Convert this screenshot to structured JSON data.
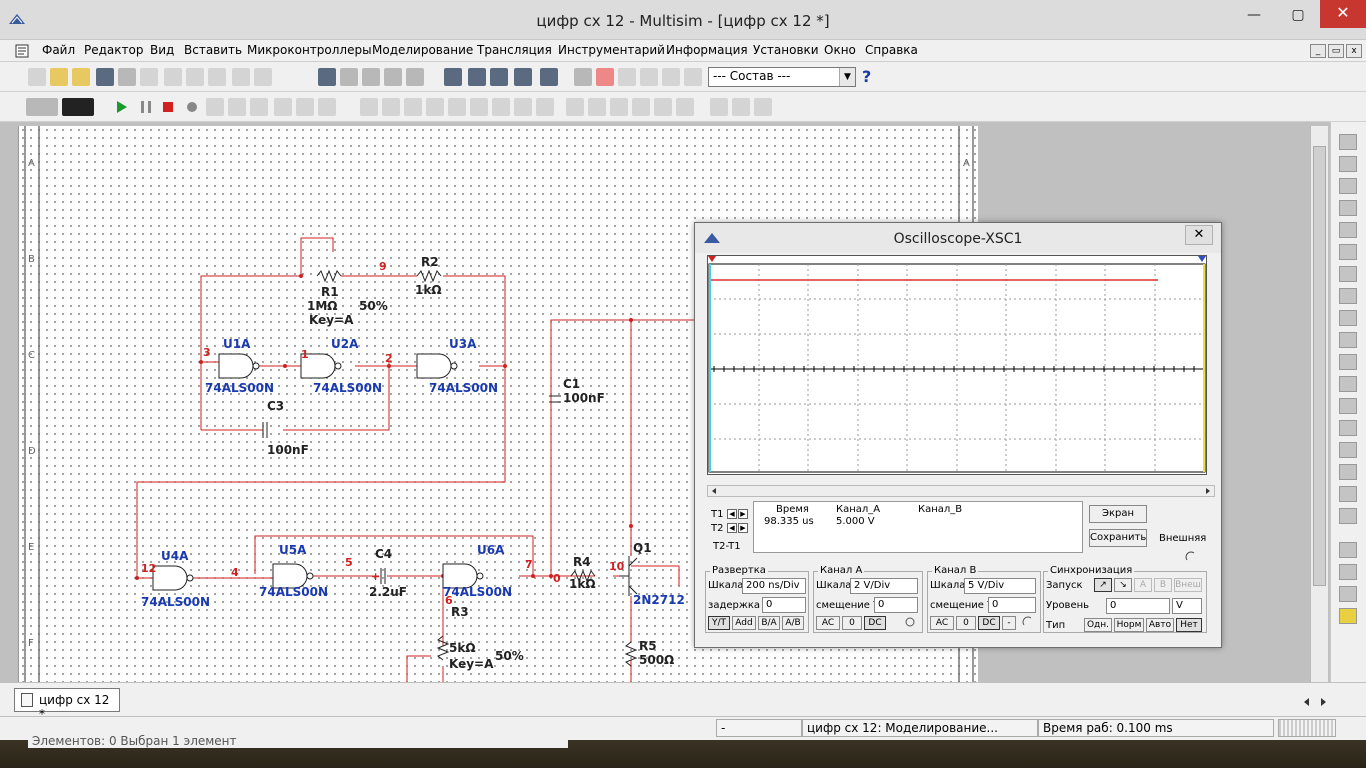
{
  "window": {
    "title": "цифр сх 12 - Multisim - [цифр сх 12 *]",
    "minimize": "—",
    "maximize": "▢",
    "close": "✕"
  },
  "menu": {
    "items": [
      "Файл",
      "Редактор",
      "Вид",
      "Вставить",
      "Микроконтроллеры",
      "Моделирование",
      "Трансляция",
      "Инструментарий",
      "Информация",
      "Установки",
      "Окно",
      "Справка"
    ],
    "mdi_min": "_",
    "mdi_restore": "▭",
    "mdi_close": "x"
  },
  "toolbar": {
    "combo_value": "--- Состав ---",
    "combo_arrow": "▼",
    "help": "?"
  },
  "schematic": {
    "row_labels": [
      "A",
      "B",
      "C",
      "D",
      "E",
      "F"
    ],
    "components": [
      {
        "ref": "R1",
        "value": "1MΩ",
        "extra": "Key=A",
        "percent": "50%"
      },
      {
        "ref": "R2",
        "value": "1kΩ"
      },
      {
        "ref": "U1A",
        "value": "74ALS00N"
      },
      {
        "ref": "U2A",
        "value": "74ALS00N"
      },
      {
        "ref": "U3A",
        "value": "74ALS00N"
      },
      {
        "ref": "C3",
        "value": "100nF"
      },
      {
        "ref": "C1",
        "value": "100nF"
      },
      {
        "ref": "U4A",
        "value": "74ALS00N"
      },
      {
        "ref": "U5A",
        "value": "74ALS00N"
      },
      {
        "ref": "C4",
        "value": "2.2uF"
      },
      {
        "ref": "U6A",
        "value": "74ALS00N"
      },
      {
        "ref": "R3",
        "value": "5kΩ",
        "extra": "Key=A",
        "percent": "50%"
      },
      {
        "ref": "R4",
        "value": "1kΩ"
      },
      {
        "ref": "Q1",
        "value": "2N2712"
      },
      {
        "ref": "R5",
        "value": "500Ω"
      }
    ],
    "nets": [
      "9",
      "3",
      "1",
      "2",
      "12",
      "4",
      "5",
      "7",
      "6",
      "0",
      "10"
    ],
    "polarity_mark": "+"
  },
  "oscilloscope": {
    "title": "Oscilloscope-XSC1",
    "close": "✕",
    "cursor_labels": [
      "T1",
      "T2",
      "T2-T1"
    ],
    "readout": {
      "col_time": "Время",
      "col_a": "Канал_A",
      "col_b": "Канал_B",
      "time_value": "98.335 us",
      "a_value": "5.000 V",
      "b_value": ""
    },
    "screen_button": "Экран",
    "save_button": "Сохранить",
    "external_label": "Внешняя",
    "timebase": {
      "title": "Развертка",
      "scale_label": "Шкала",
      "scale_value": "200 ns/Div",
      "xpos_label": "задержка X",
      "xpos_value": "0",
      "modes": [
        "Y/T",
        "Add",
        "B/A",
        "A/B"
      ]
    },
    "channel_a": {
      "title": "Канал A",
      "scale_label": "Шкала",
      "scale_value": "2  V/Div",
      "ypos_label": "смещение Y",
      "ypos_value": "0",
      "coupling": [
        "AC",
        "0",
        "DC"
      ]
    },
    "channel_b": {
      "title": "Канал B",
      "scale_label": "Шкала",
      "scale_value": "5  V/Div",
      "ypos_label": "смещение Y",
      "ypos_value": "0",
      "coupling": [
        "AC",
        "0",
        "DC",
        "-"
      ]
    },
    "trigger": {
      "title": "Синхронизация",
      "edge_label": "Запуск",
      "level_label": "Уровень",
      "level_value": "0",
      "level_unit": "V",
      "type_label": "Тип",
      "sources": [
        "A",
        "B",
        "Внеш"
      ],
      "types": [
        "Одн.",
        "Норм",
        "Авто",
        "Нет"
      ]
    },
    "trace_a_color": "#e03030",
    "cursor1_color": "#4fd0e0",
    "cursor2_color": "#e8e040"
  },
  "tabs": {
    "active": "цифр сх 12 *"
  },
  "status": {
    "left": "-",
    "middle": "цифр сх 12: Моделирование...",
    "right": "Время раб: 0.100 ms"
  },
  "taskbar": {
    "ghost_text": "Элементов: 0     Выбран 1 элемент"
  }
}
